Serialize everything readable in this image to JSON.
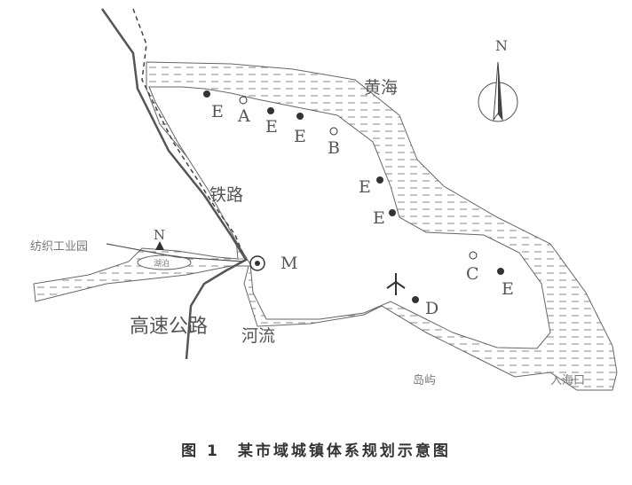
{
  "labels": {
    "sea": "黄海",
    "railway": "铁路",
    "highway": "高速公路",
    "river": "河流",
    "island": "岛屿",
    "estuary": "入海口",
    "textile_park": "纺织工业园",
    "lake": "湖泊",
    "north": "N",
    "north_small": "N"
  },
  "points": {
    "E1": "E",
    "A": "A",
    "E2": "E",
    "E3": "E",
    "B": "B",
    "E4": "E",
    "E5": "E",
    "M": "M",
    "C": "C",
    "E6": "E",
    "D": "D"
  },
  "caption": "图 1　某市域城镇体系规划示意图"
}
